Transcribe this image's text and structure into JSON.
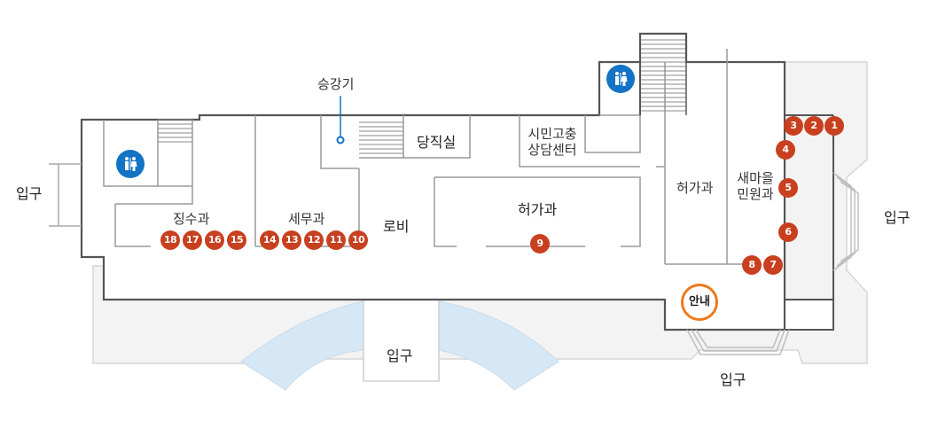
{
  "labels": {
    "elevator": "승강기",
    "duty_room": "당직실",
    "civic_center": [
      "시민고충",
      "상담센터"
    ],
    "permit_office_main": "허가과",
    "permit_office_side": "허가과",
    "new_village": [
      "새마을",
      "민원과"
    ],
    "tax_collection": "징수과",
    "tax_affairs": "세무과",
    "lobby": "로비",
    "info_desk": "안내",
    "entrance_left": "입구",
    "entrance_right": "입구",
    "entrance_bottom_center": "입구",
    "entrance_bottom_right": "입구"
  },
  "markers": [
    "1",
    "2",
    "3",
    "4",
    "5",
    "6",
    "7",
    "8",
    "9",
    "10",
    "11",
    "12",
    "13",
    "14",
    "15",
    "16",
    "17",
    "18"
  ],
  "icons": {
    "restroom_left": "restroom-icon",
    "restroom_top": "restroom-icon",
    "elevator_dot": "elevator-dot-icon"
  },
  "colors": {
    "marker": "#c8401f",
    "info_ring": "#ef7a1a",
    "restroom": "#1373c4",
    "plaza": "#d6e7f5",
    "wall": "#555555",
    "outer_area": "#f2f2f2"
  }
}
